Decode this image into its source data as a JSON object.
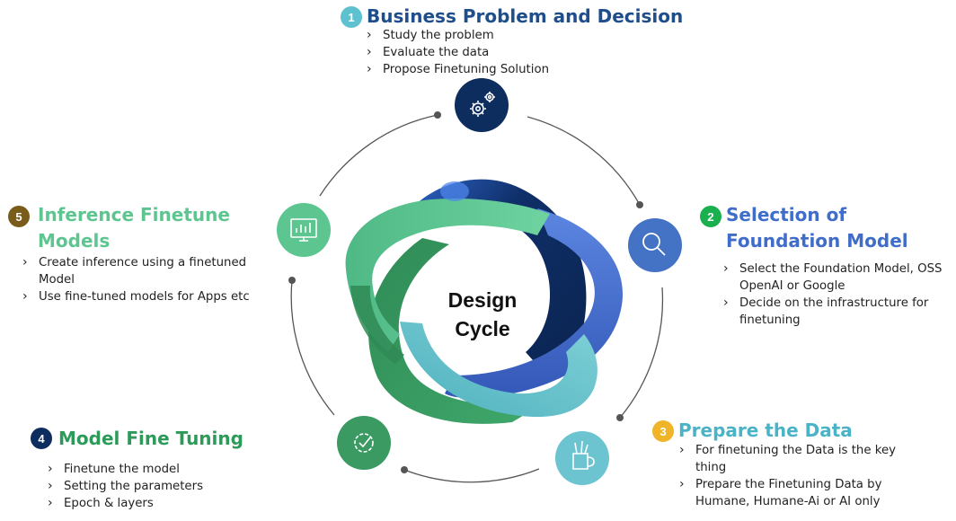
{
  "center": {
    "line1": "Design",
    "line2": "Cycle"
  },
  "colors": {
    "dark_navy": "#0d2d5e",
    "royal_blue": "#3f6dc9",
    "teal": "#68c3cc",
    "green": "#3a9a62",
    "mint": "#5dc58f",
    "connector": "#555555"
  },
  "stages": [
    {
      "number": "1",
      "badge_color": "#5dc1cf",
      "title_lines": [
        "Business Problem and Decision"
      ],
      "title_color": "#1f4e8c",
      "icon": "gears-icon",
      "icon_color": "#0d2d5e",
      "bullets": [
        "Study the problem",
        "Evaluate the data",
        "Propose Finetuning Solution"
      ]
    },
    {
      "number": "2",
      "badge_color": "#1bb04f",
      "title_lines": [
        "Selection of",
        "Foundation Model"
      ],
      "title_color": "#3f6dc9",
      "icon": "magnifier-icon",
      "icon_color": "#4472c4",
      "bullets": [
        "Select the Foundation Model, OSS OpenAI or Google",
        "Decide on the infrastructure  for finetuning"
      ]
    },
    {
      "number": "3",
      "badge_color": "#f0b429",
      "title_lines": [
        "Prepare the Data"
      ],
      "title_color": "#4bb3c7",
      "icon": "pen-cup-icon",
      "icon_color": "#6cc4d1",
      "bullets": [
        "For finetuning the Data is the key thing",
        "Prepare the Finetuning Data by Humane, Humane-Ai or AI only"
      ]
    },
    {
      "number": "4",
      "badge_color": "#0d2d5e",
      "title_lines": [
        "Model Fine Tuning"
      ],
      "title_color": "#2e9a5a",
      "icon": "gear-check-icon",
      "icon_color": "#3a9a62",
      "bullets": [
        "Finetune the model",
        "Setting the parameters",
        "Epoch & layers"
      ]
    },
    {
      "number": "5",
      "badge_color": "#7a5c1a",
      "title_lines": [
        "Inference Finetune",
        "Models"
      ],
      "title_color": "#5dc58f",
      "icon": "monitor-chart-icon",
      "icon_color": "#5dc58f",
      "bullets": [
        "Create inference using a finetuned Model",
        "Use fine-tuned models for Apps etc"
      ]
    }
  ]
}
